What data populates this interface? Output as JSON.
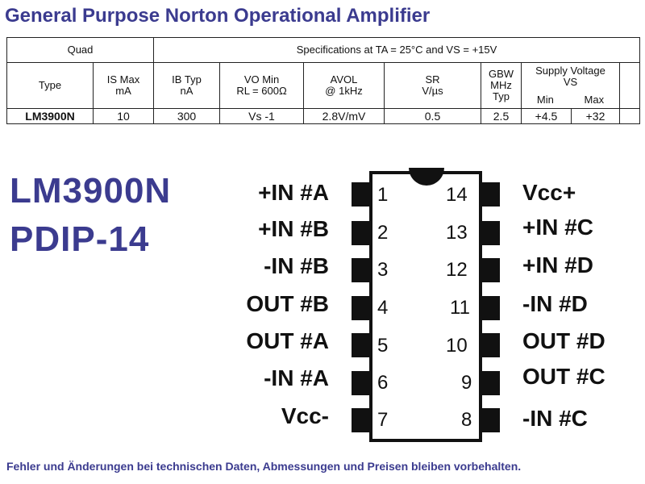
{
  "title": "General Purpose Norton Operational Amplifier",
  "table": {
    "group": "Quad",
    "conditions": "Specifications at TA = 25°C and VS = +15V",
    "headers": {
      "type": "Type",
      "is_main": "IS",
      "is_rest": " Max",
      "is_unit": "mA",
      "ib_main": "IB",
      "ib_rest": " Typ",
      "ib_unit": "nA",
      "vo_main": "VO",
      "vo_rest": " Min",
      "vo_cond": "RL = 600Ω",
      "avol_main": "AVOL",
      "avol_cond": "@ 1kHz",
      "sr_main": "SR",
      "sr_unit": "V/µs",
      "gbw_l1": "GBW",
      "gbw_l2": "MHz",
      "gbw_l3": "Typ",
      "supply_l1": "Supply Voltage",
      "supply_l2": "VS",
      "supply_min": "Min",
      "supply_max": "Max"
    },
    "row": {
      "type": "LM3900N",
      "is": "10",
      "ib": "300",
      "vo": "Vs -1",
      "avol": "2.8V/mV",
      "sr": "0.5",
      "gbw": "2.5",
      "vs_min": "+4.5",
      "vs_max": "+32"
    }
  },
  "part": "LM3900N",
  "package": "PDIP-14",
  "pins": {
    "p1": {
      "num": "1",
      "label": "+IN #A"
    },
    "p2": {
      "num": "2",
      "label": "+IN #B"
    },
    "p3": {
      "num": "3",
      "label": "-IN #B"
    },
    "p4": {
      "num": "4",
      "label": "OUT #B"
    },
    "p5": {
      "num": "5",
      "label": "OUT #A"
    },
    "p6": {
      "num": "6",
      "label": "-IN #A"
    },
    "p7": {
      "num": "7",
      "label": "Vcc-"
    },
    "p8": {
      "num": "8",
      "label": "-IN #C"
    },
    "p9": {
      "num": "9",
      "label": "OUT #C"
    },
    "p10": {
      "num": "10",
      "label": "OUT #D"
    },
    "p11": {
      "num": "11",
      "label": "-IN #D"
    },
    "p12": {
      "num": "12",
      "label": "+IN #D"
    },
    "p13": {
      "num": "13",
      "label": "+IN #C"
    },
    "p14": {
      "num": "14",
      "label": "Vcc+"
    }
  },
  "footer": "Fehler und Änderungen bei technischen Daten, Abmessungen und Preisen bleiben vorbehalten.",
  "colors": {
    "heading": "#3b3b8f",
    "ink": "#111111"
  }
}
